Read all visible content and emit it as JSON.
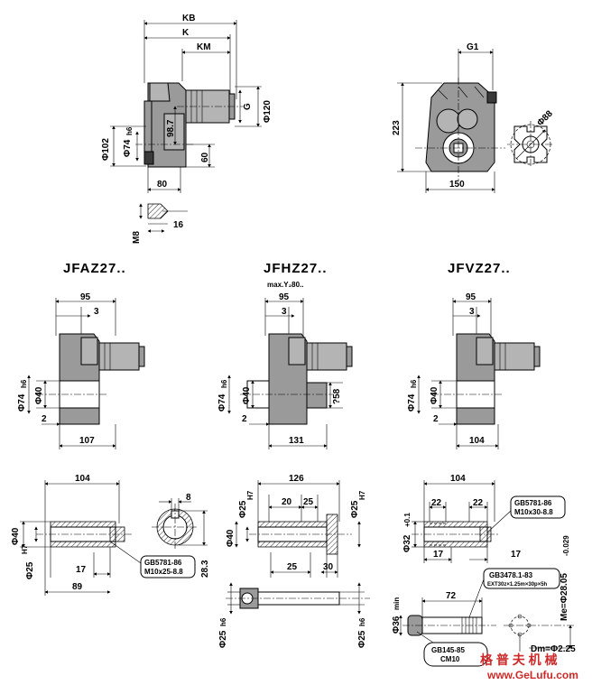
{
  "titles": {
    "fa": "JFAZ27..",
    "fh": "JFHZ27..",
    "fh_note": "max.Y₂80..",
    "fv": "JFVZ27.."
  },
  "top": {
    "kb": "KB",
    "k": "K",
    "km": "KM",
    "g": "G",
    "g1": "G1",
    "d120": "Φ120",
    "d102": "Φ102",
    "d74": "Φ74",
    "d74_tol": "h6",
    "v98": "98.7",
    "v60": "60",
    "v80": "80",
    "v223": "223",
    "v150": "150",
    "d88": "Φ88",
    "m8": "M8",
    "v16": "16"
  },
  "fa": {
    "v95": "95",
    "v3": "3",
    "d74": "Φ74",
    "d74_tol": "h6",
    "d40": "Φ40",
    "v2": "2",
    "v107": "107"
  },
  "fh": {
    "v95": "95",
    "v3": "3",
    "d74": "Φ74",
    "d74_tol": "h6",
    "d40": "Φ40",
    "v58": "?58",
    "v2": "2",
    "v131": "131"
  },
  "fv": {
    "v95": "95",
    "v3": "3",
    "d74": "Φ74",
    "d74_tol": "h6",
    "d40": "Φ40",
    "v2": "2",
    "v104": "104"
  },
  "fa_shaft": {
    "v104": "104",
    "d40": "Φ40",
    "d25": "Φ25",
    "d25_tol": "H7",
    "v17": "17",
    "v89": "89",
    "v8": "8",
    "v28": "28.3",
    "gb1": "GB5781-86",
    "gb2": "M10x25-8.8"
  },
  "fh_shaft": {
    "v126": "126",
    "v20": "20",
    "v25": "25",
    "d25a": "Φ25",
    "d25a_tol": "H7",
    "d25b": "Φ25",
    "d25b_tol": "H7",
    "d40": "Φ40",
    "v25b": "25",
    "v30": "30",
    "d25c": "Φ25",
    "d25c_tol": "h6",
    "d25d": "Φ25",
    "d25d_tol": "h6"
  },
  "fv_shaft": {
    "v104": "104",
    "v22a": "22",
    "v22b": "22",
    "d32": "Φ32",
    "d32_tol": "+0.1",
    "v17a": "17",
    "v17b": "17",
    "gb1": "GB5781-86",
    "gb2": "M10x30-8.8",
    "gb3": "GB3478.1-83",
    "gb4": "EXT30z×1.25m×30p×5h",
    "v72": "72",
    "d36": "Φ36",
    "d36_tol": "min",
    "me": "Me=Φ28.05",
    "me_tol": "-0.029",
    "dm": "Dm=Φ2.25",
    "gb5": "GB145-85",
    "gb6": "CM10"
  },
  "watermark": {
    "cn": "格 普 夫 机 械",
    "url": "www.GeLufu.com"
  }
}
